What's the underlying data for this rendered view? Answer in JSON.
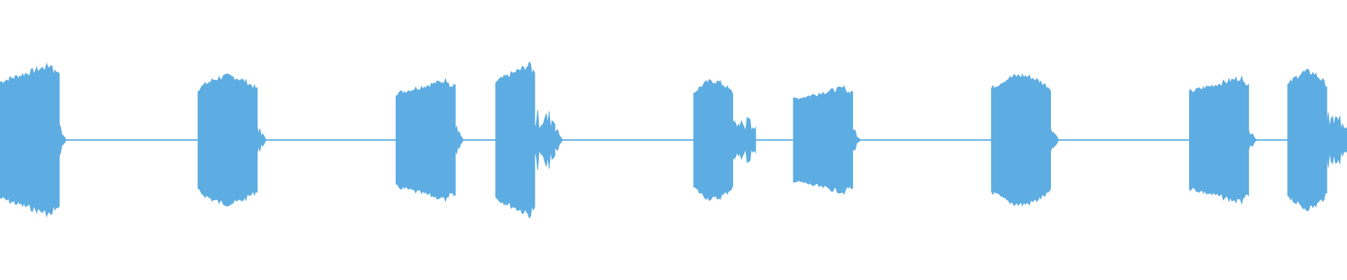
{
  "waveform": {
    "color": "#5dade2",
    "amplitude_scale": "linear",
    "segments": [
      {
        "kind": "burst",
        "start": 0.0,
        "end": 0.044,
        "peak": 1.0,
        "shape": "rise"
      },
      {
        "kind": "tail",
        "start": 0.044,
        "end": 0.049
      },
      {
        "kind": "burst",
        "start": 0.147,
        "end": 0.191,
        "peak": 0.82,
        "shape": "arch"
      },
      {
        "kind": "tail",
        "start": 0.191,
        "end": 0.198
      },
      {
        "kind": "burst",
        "start": 0.294,
        "end": 0.338,
        "peak": 0.8,
        "shape": "rise"
      },
      {
        "kind": "tail",
        "start": 0.338,
        "end": 0.344
      },
      {
        "kind": "burst",
        "start": 0.368,
        "end": 0.397,
        "peak": 1.0,
        "shape": "rise"
      },
      {
        "kind": "burst",
        "start": 0.397,
        "end": 0.412,
        "peak": 0.4,
        "shape": "jagged"
      },
      {
        "kind": "tail",
        "start": 0.412,
        "end": 0.418
      },
      {
        "kind": "burst",
        "start": 0.515,
        "end": 0.544,
        "peak": 0.76,
        "shape": "arch"
      },
      {
        "kind": "burst",
        "start": 0.544,
        "end": 0.561,
        "peak": 0.3,
        "shape": "jagged"
      },
      {
        "kind": "burst",
        "start": 0.589,
        "end": 0.633,
        "peak": 0.7,
        "shape": "rise"
      },
      {
        "kind": "tail",
        "start": 0.633,
        "end": 0.639
      },
      {
        "kind": "burst",
        "start": 0.736,
        "end": 0.78,
        "peak": 0.83,
        "shape": "arch"
      },
      {
        "kind": "tail",
        "start": 0.78,
        "end": 0.786
      },
      {
        "kind": "burst",
        "start": 0.883,
        "end": 0.927,
        "peak": 0.83,
        "shape": "rise"
      },
      {
        "kind": "tail",
        "start": 0.927,
        "end": 0.933
      },
      {
        "kind": "burst",
        "start": 0.956,
        "end": 0.985,
        "peak": 0.88,
        "shape": "arch"
      },
      {
        "kind": "burst",
        "start": 0.985,
        "end": 1.0,
        "peak": 0.35,
        "shape": "jagged"
      }
    ]
  }
}
